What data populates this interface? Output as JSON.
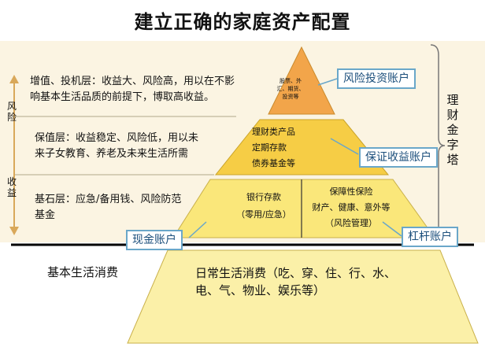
{
  "title": "建立正确的家庭资产配置",
  "left_axis": {
    "top": "风险",
    "bottom": "收益"
  },
  "side_label": "理财金字塔",
  "layers": {
    "growth": "增值、投机层：收益大、风险高，用以在不影\n响基本生活品质的前提下，博取高收益。",
    "preserve": "保值层：收益稳定、风险低，用以未\n来子女教育、养老及未来生活所需",
    "base": "基石层：应急/备用钱、风险防范\n基金"
  },
  "basic_living": "基本生活消费",
  "pyramid": {
    "top_text": "股票、外\n汇、期货、\n投资等",
    "middle_text": "理财类产品\n定期存款\n债券基金等",
    "bottom_left_text": "银行存款\n（零用/应急）",
    "bottom_right_text": "保障性保险\n财产、健康、意外等\n（风险管理）",
    "base_text": "日常生活消费（吃、穿、住、行、水、\n电、气、物业、娱乐等）"
  },
  "accounts": {
    "risk": "风险投资账户",
    "guarantee": "保证收益账户",
    "cash": "现金账户",
    "leverage": "杠杆账户"
  },
  "colors": {
    "band": "#fbf4e2",
    "top_triangle": "#f2a54a",
    "middle_tier": "#f6cd45",
    "bottom_tier": "#fae77a",
    "base_tier": "#fbf0a8",
    "account_border": "#6aa7c9",
    "axis_arrow": "#d9a85a"
  }
}
